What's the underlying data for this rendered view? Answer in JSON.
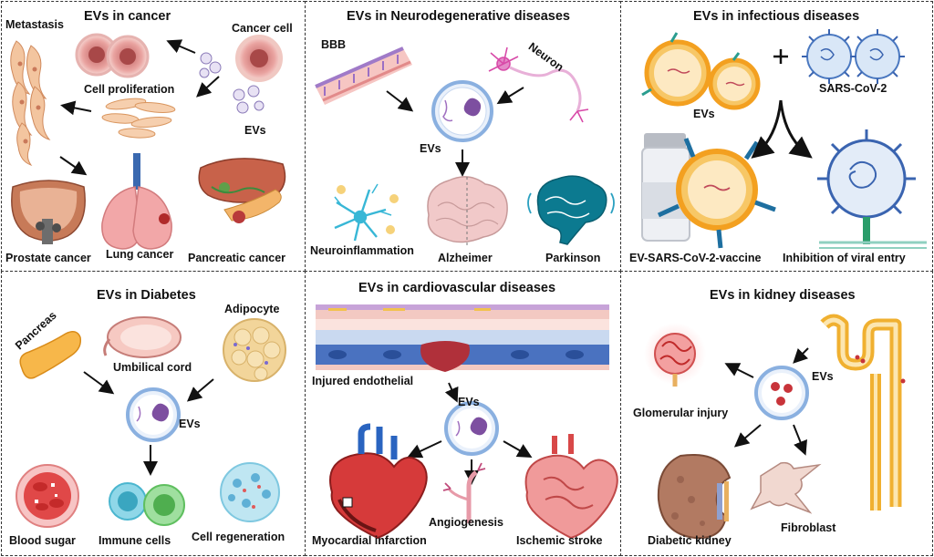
{
  "panels": {
    "cancer": {
      "title": "EVs  in cancer",
      "labels": {
        "metastasis": "Metastasis",
        "cancer_cell": "Cancer cell",
        "cell_proliferation": "Cell proliferation",
        "evs": "EVs",
        "prostate_cancer": "Prostate cancer",
        "lung_cancer": "Lung cancer",
        "pancreatic_cancer": "Pancreatic cancer"
      }
    },
    "neuro": {
      "title": "EVs  in Neurodegenerative  diseases",
      "labels": {
        "bbb": "BBB",
        "neuron": "Neuron",
        "evs": "EVs",
        "neuroinflammation": "Neuroinflammation",
        "alzheimer": "Alzheimer",
        "parkinson": "Parkinson"
      }
    },
    "infectious": {
      "title": "EVs  in infectious  diseases",
      "labels": {
        "evs": "EVs",
        "plus": "+",
        "sars": "SARS-CoV-2",
        "vaccine": "EV-SARS-CoV-2-vaccine",
        "inhibition": "Inhibition of viral entry"
      }
    },
    "diabetes": {
      "title": "EVs  in Diabetes",
      "labels": {
        "pancreas": "Pancreas",
        "umbilical_cord": "Umbilical cord",
        "adipocyte": "Adipocyte",
        "evs": "EVs",
        "blood_sugar": "Blood sugar",
        "immune_cells": "Immune cells",
        "cell_regeneration": "Cell regeneration"
      }
    },
    "cardio": {
      "title": "EVs  in cardiovascular diseases",
      "labels": {
        "injured_endothelial": "Injured endothelial",
        "evs": "EVs",
        "myocardial_infarction": "Myocardial infarction",
        "angiogenesis": "Angiogenesis",
        "ischemic_stroke": "Ischemic stroke"
      }
    },
    "kidney": {
      "title": "EVs  in kidney diseases",
      "labels": {
        "evs": "EVs",
        "glomerular_injury": "Glomerular injury",
        "diabetic_kidney": "Diabetic kidney",
        "fibroblast": "Fibroblast"
      }
    }
  },
  "colors": {
    "border": "#333333",
    "arrow": "#111111",
    "ev_ring": "#6a8fc8",
    "ev_fill": "#eaf1fb",
    "cargo": "#7d4fa0",
    "tissue_pink": "#f2a7a8",
    "kidney_orange": "#f0b030"
  }
}
